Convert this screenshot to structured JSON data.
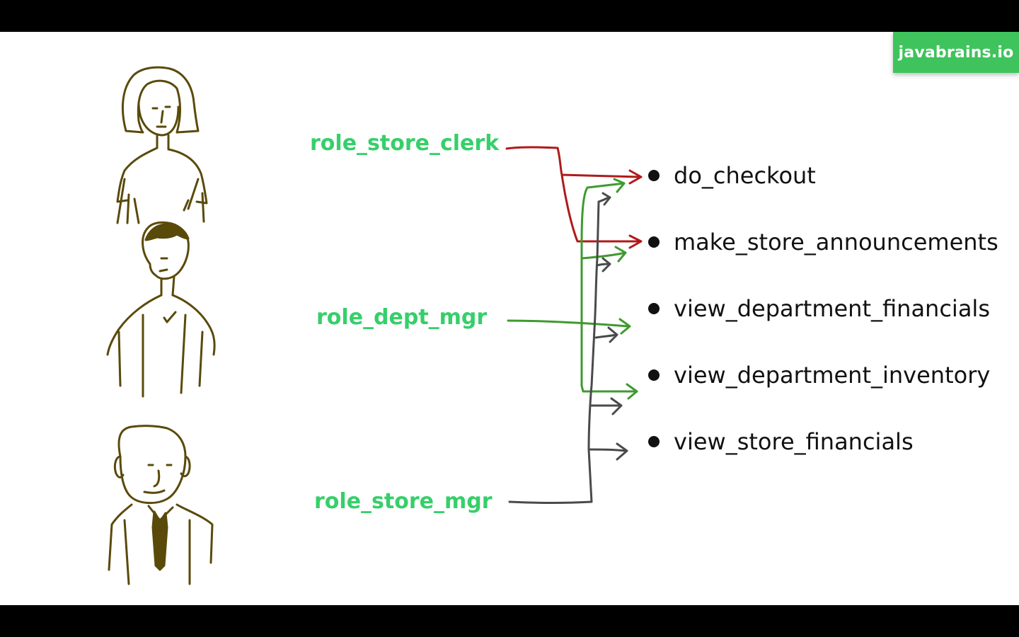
{
  "brand": {
    "label": "javabrains.io"
  },
  "roles": [
    {
      "id": "store_clerk",
      "label": "role_store_clerk"
    },
    {
      "id": "dept_mgr",
      "label": "role_dept_mgr"
    },
    {
      "id": "store_mgr",
      "label": "role_store_mgr"
    }
  ],
  "permissions": [
    {
      "label": "do_checkout"
    },
    {
      "label": "make_store_announcements"
    },
    {
      "label": "view_department_financials"
    },
    {
      "label": "view_department_inventory"
    },
    {
      "label": "view_store_financials"
    }
  ],
  "colors": {
    "role_text": "#36cf6a",
    "brand_bg": "#3fc35c",
    "clerk_arrow": "#b01a1a",
    "dept_arrow": "#3f9a2f",
    "store_arrow": "#4a4a4a",
    "person_stroke": "#5a4a0a"
  }
}
